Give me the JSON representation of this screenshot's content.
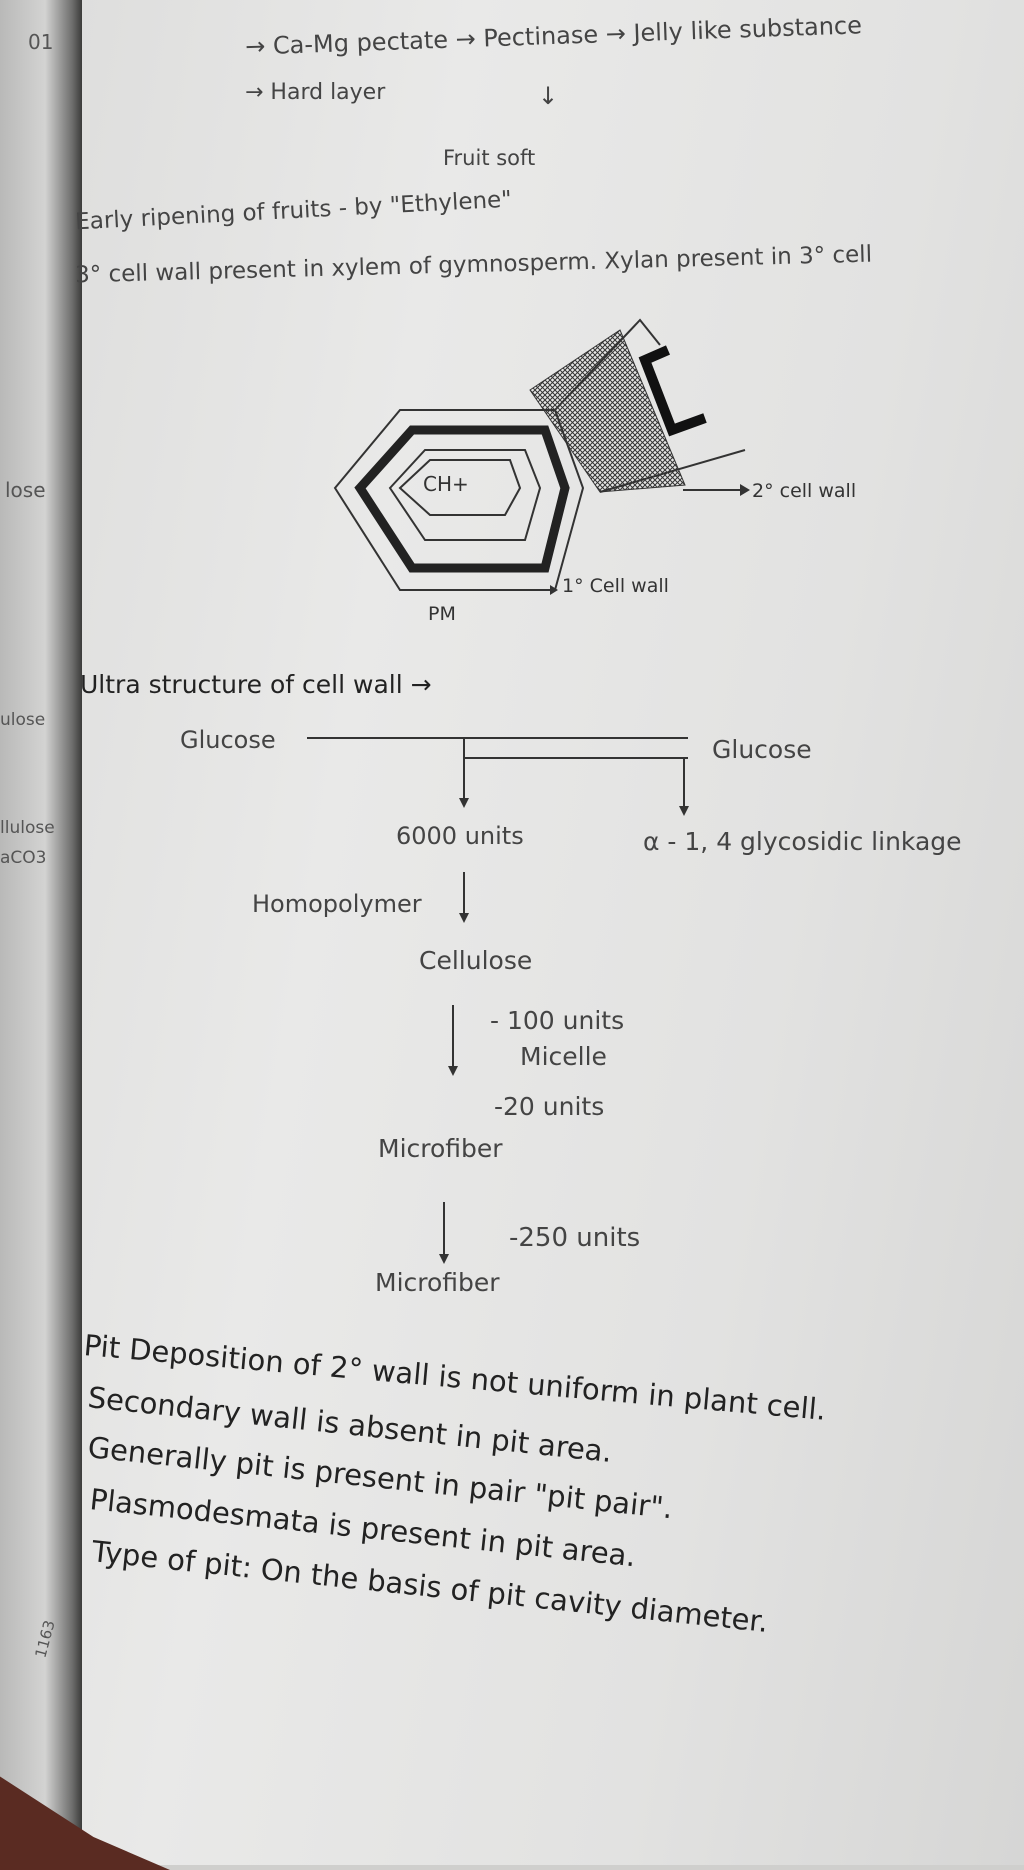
{
  "margin_fragments": [
    "01",
    "lose",
    "ulose",
    "llulose",
    "aCO3",
    "1163"
  ],
  "notes": {
    "line1": "→ Ca-Mg pectate → Pectinase → Jelly like substance",
    "line2": "→ Hard layer",
    "arrow_down": "↓",
    "line3": "Fruit soft",
    "line4": "Early ripening of fruits - by \"Ethylene\"",
    "line5": "3° cell wall present in xylem of gymnosperm. Xylan present in 3° cell"
  },
  "diagram": {
    "center_label": "CH+",
    "secondary_wall": "2° cell wall",
    "primary_wall": "1° Cell wall",
    "pm": "PM"
  },
  "ultra": {
    "heading": "Ultra structure of cell wall →",
    "glucose_left": "Glucose",
    "glucose_right": "Glucose",
    "units_6000": "6000 units",
    "linkage": "α - 1, 4 glycosidic linkage",
    "homopolymer": "Homopolymer",
    "cellulose": "Cellulose",
    "units_100": "- 100 units",
    "micelle": "Micelle",
    "units_20": "-20 units",
    "microfiber1": "Microfiber",
    "units_250": "-250 units",
    "microfiber2": "Microfiber"
  },
  "pit_points": [
    "Pit Deposition of 2° wall is not uniform in plant cell.",
    "Secondary wall is absent in pit area.",
    "Generally pit is present in pair \"pit pair\".",
    "Plasmodesmata is present in pit area.",
    "Type of pit: On the basis of pit cavity diameter."
  ]
}
